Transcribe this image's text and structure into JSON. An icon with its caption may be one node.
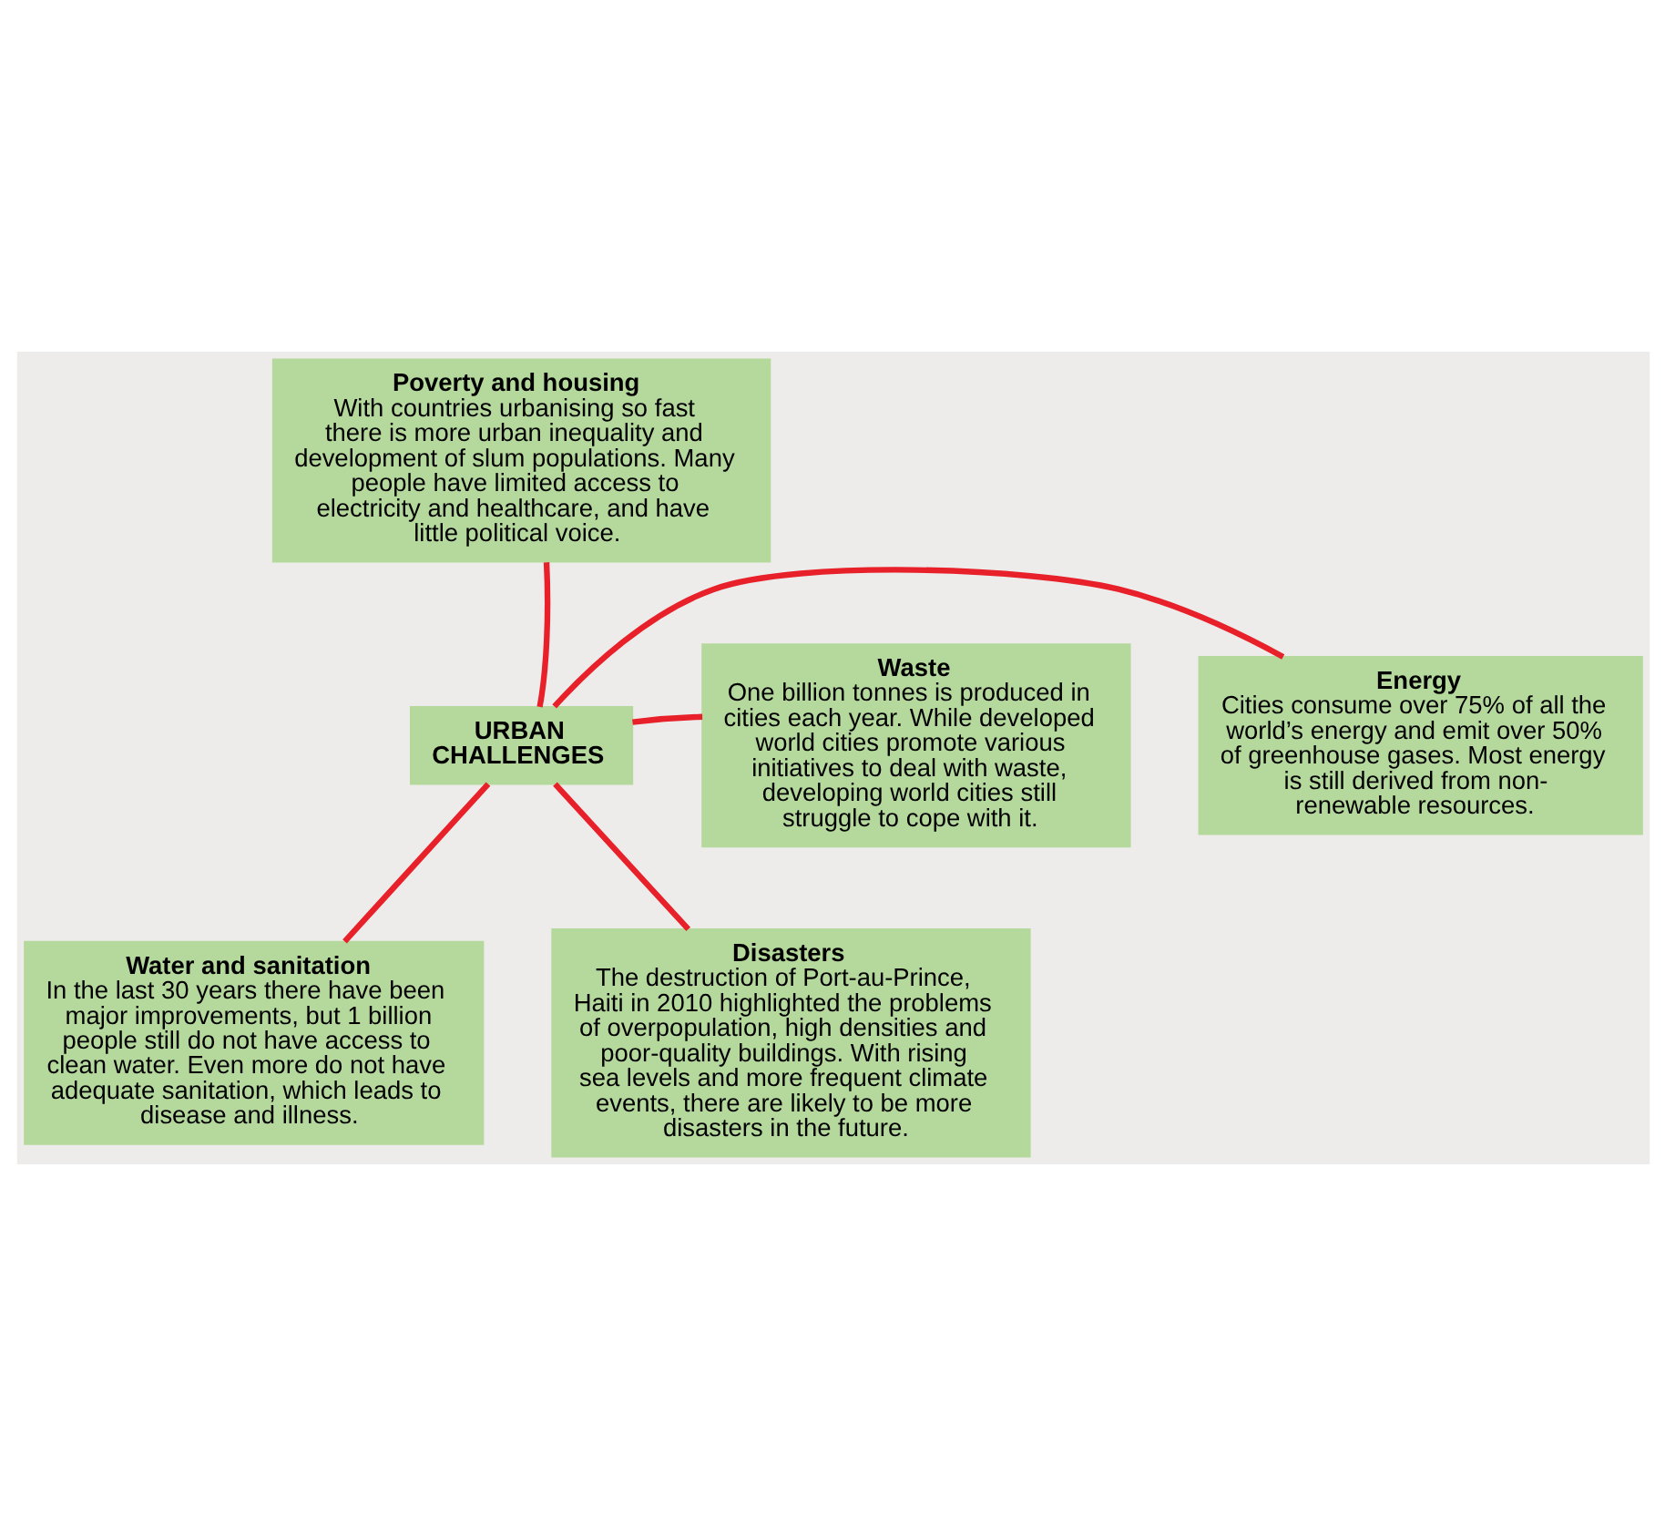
{
  "diagram": {
    "nodes": [
      {
        "text": [
          "URBAN CHALLENGES"
        ]
      },
      {
        "text": [
          "Poverty and housing",
          "With countries urbanising so fast there is more urban inequality and development of slum populations. Many people have limited access to electricity and healthcare, and have little political voice."
        ]
      },
      {
        "text": [
          "Energy",
          "Cities consume over 75% of all the world’s energy and emit over 50% of greenhouse gases. Most energy is still derived from non-renewable resources."
        ]
      },
      {
        "text": [
          "Waste",
          "One billion tonnes is produced in cities each year. While developed world cities promote various initiatives to deal with waste, developing world cities still struggle to cope with it."
        ]
      },
      {
        "text": [
          "Water and sanitation",
          "In the last 30 years there have been major improvements, but 1 billion people still do not have access to clean water. Even more do not have adequate sanitation, which leads to disease and illness."
        ]
      },
      {
        "text": [
          "Disasters",
          "The destruction of Port-au-Prince, Haiti in 2010 highlighted the problems of overpopulation, high densities and poor-quality buildings. With rising sea levels and more frequent climate events, there are likely to be more disasters in the future."
        ]
      }
    ],
    "edges": [
      {
        "from": 0,
        "to": 1,
        "arrow": "none",
        "color": "#e8202a"
      },
      {
        "from": 0,
        "to": 2,
        "arrow": "none",
        "color": "#e8202a"
      },
      {
        "from": 0,
        "to": 3,
        "arrow": "none",
        "color": "#e8202a"
      },
      {
        "from": 0,
        "to": 4,
        "arrow": "none",
        "color": "#e8202a"
      },
      {
        "from": 0,
        "to": 5,
        "arrow": "none",
        "color": "#e8202a"
      }
    ]
  }
}
